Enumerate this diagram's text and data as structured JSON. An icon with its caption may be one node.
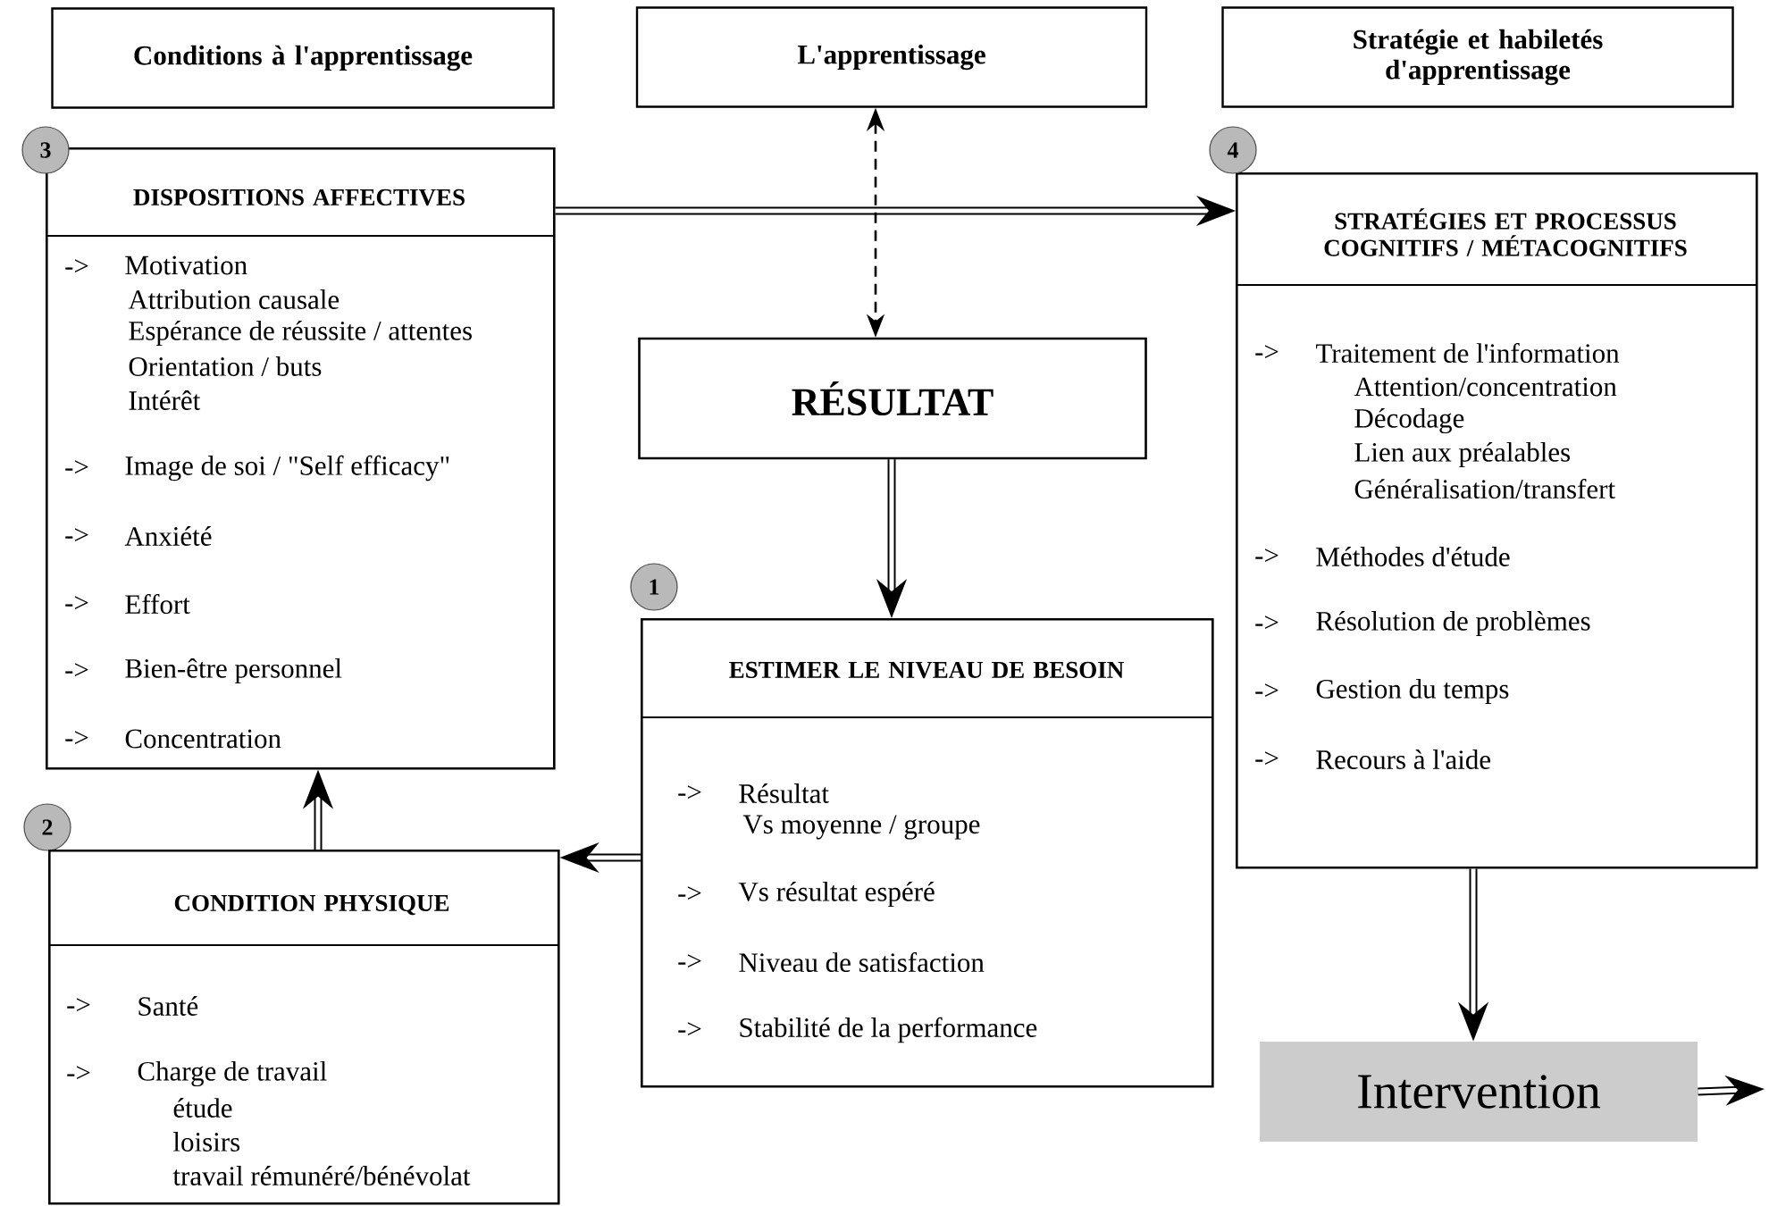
{
  "diagram": {
    "nodes": [
      {
        "text": [
          "Conditions à l'apprentissage"
        ]
      },
      {
        "text": [
          "L'apprentissage"
        ]
      },
      {
        "text": [
          "Stratégie et habiletés d'apprentissage"
        ]
      },
      {
        "text": [
          "DISPOSITIONS AFFECTIVES",
          "Motivation",
          "Attribution causale",
          "Espérance de réussite / attentes",
          "Orientation / buts",
          "Intérêt",
          "Image de soi / \"Self efficacy\"",
          "Anxiété",
          "Effort",
          "Bien-être personnel",
          "Concentration"
        ]
      },
      {
        "text": [
          "3"
        ]
      },
      {
        "text": [
          "STRATÉGIES ET PROCESSUS COGNITIFS / MÉTACOGNITIFS",
          "Traitement de l'information",
          "Attention/concentration",
          "Décodage",
          "Lien aux préalables",
          "Généralisation/transfert",
          "Méthodes d'étude",
          "Résolution de problèmes",
          "Gestion du temps",
          "Recours à l'aide"
        ]
      },
      {
        "text": [
          "4"
        ]
      },
      {
        "text": [
          "RÉSULTAT"
        ]
      },
      {
        "text": [
          "1"
        ]
      },
      {
        "text": [
          "ESTIMER LE NIVEAU DE BESOIN",
          "Résultat",
          "Vs moyenne / groupe",
          "Vs résultat espéré",
          "Niveau de satisfaction",
          "Stabilité de la performance"
        ]
      },
      {
        "text": [
          "2"
        ]
      },
      {
        "text": [
          "CONDITION PHYSIQUE",
          "Santé",
          "Charge de travail",
          "étude",
          "loisirs",
          "travail rémunéré/bénévolat"
        ]
      },
      {
        "text": [
          "Intervention"
        ]
      }
    ],
    "edges": [
      {
        "from": 3,
        "to": 5,
        "arrow": "to"
      },
      {
        "from": 1,
        "to": 7,
        "arrow": "both",
        "style": "dashed"
      },
      {
        "from": 7,
        "to": 9,
        "arrow": "to"
      },
      {
        "from": 9,
        "to": 11,
        "arrow": "to"
      },
      {
        "from": 11,
        "to": 3,
        "arrow": "to"
      },
      {
        "from": 5,
        "to": 12,
        "arrow": "to"
      },
      {
        "from": 12,
        "to": null,
        "arrow": "to"
      }
    ],
    "labels": [
      "->",
      "->",
      "->",
      "->",
      "->",
      "->",
      "->",
      "->",
      "->",
      "->",
      "->",
      "->",
      "->",
      "->",
      "->",
      "->",
      "->"
    ]
  }
}
